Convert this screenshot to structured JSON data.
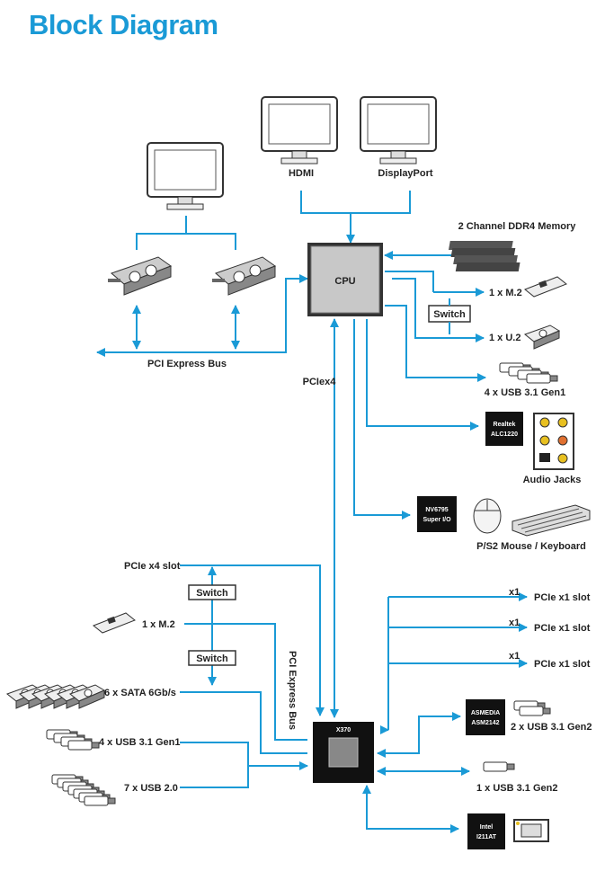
{
  "title": "Block Diagram",
  "labels": {
    "hdmi": "HDMI",
    "displayport": "DisplayPort",
    "ddr4": "2 Channel DDR4 Memory",
    "cpu": "CPU",
    "m2_cpu": "1 x M.2",
    "switch": "Switch",
    "u2": "1 x U.2",
    "usb31_cpu": "4 x USB 3.1 Gen1",
    "pcie_bus": "PCI Express Bus",
    "pciex4": "PCIex4",
    "realtek1": "Realtek",
    "realtek2": "ALC1220",
    "audio": "Audio Jacks",
    "nv1": "NV6795",
    "nv2": "Super I/O",
    "ps2": "P/S2 Mouse / Keyboard",
    "pcie_x4_slot": "PCIe x4 slot",
    "m2_chip": "1 x M.2",
    "sata": "6 x SATA 6Gb/s",
    "usb31_chip": "4 x USB 3.1 Gen1",
    "usb20": "7 x USB 2.0",
    "pcie_bus_vert": "PCI Express Bus",
    "x370": "X370",
    "x1": "x1",
    "pcie_x1_slot": "PCIe x1 slot",
    "asm1": "ASMEDIA",
    "asm2": "ASM2142",
    "usb31g2_2": "2 x USB 3.1 Gen2",
    "usb31g2_1": "1 x USB 3.1 Gen2",
    "intel1": "Intel",
    "intel2": "I211AT"
  },
  "colors": {
    "accent": "#1a9ad6",
    "chip": "#111111"
  },
  "icons": [
    "monitor-icon",
    "graphics-card-icon",
    "memory-icon",
    "m2-ssd-icon",
    "hard-drive-icon",
    "usb-stick-icon",
    "audio-jack-icon",
    "mouse-icon",
    "keyboard-icon",
    "ethernet-port-icon"
  ]
}
